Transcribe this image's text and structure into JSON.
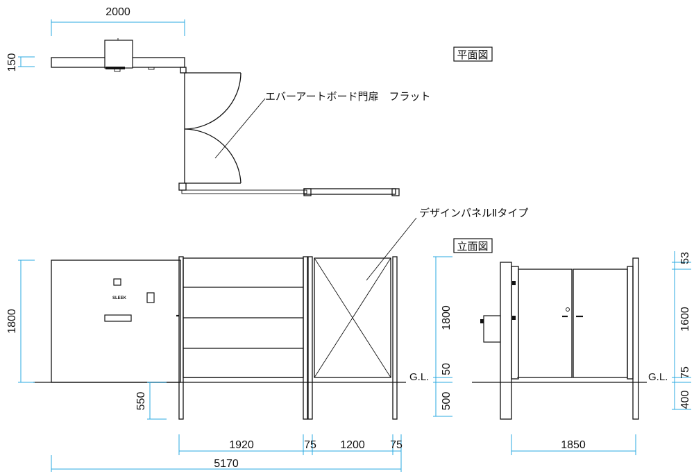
{
  "labels": {
    "plan_view": "平面図",
    "elevation_view": "立面図",
    "door_label": "エバーアートボード門扉　フラット",
    "panel_label": "デザインパネルⅡタイプ",
    "gl_left": "G.L.",
    "gl_right": "G.L."
  },
  "dimensions": {
    "plan_width": "2000",
    "plan_depth": "150",
    "wall_height": "1800",
    "post_depth": "550",
    "door_width": "1920",
    "post1": "75",
    "panel_width": "1200",
    "post2": "75",
    "total_width": "5170",
    "panel_height": "1800",
    "panel_gap": "50",
    "panel_post_depth": "500",
    "side_top": "53",
    "side_height": "1600",
    "side_gap": "75",
    "side_post_depth": "400",
    "side_width": "1850"
  },
  "colors": {
    "dimension_line": "#29a8e0",
    "drawing_line": "#111111"
  }
}
